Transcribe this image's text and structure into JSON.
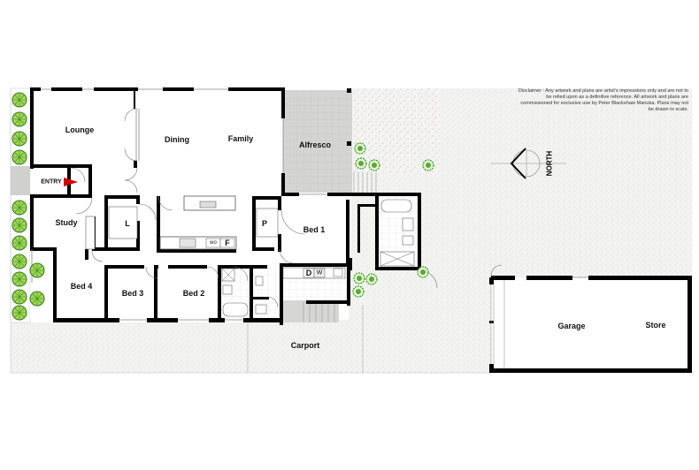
{
  "plan": {
    "type": "residential floor plan",
    "rooms": {
      "lounge": "Lounge",
      "dining": "Dining",
      "family": "Family",
      "alfresco": "Alfresco",
      "entry": "ENTRY",
      "study": "Study",
      "laundry": "L",
      "pantry": "P",
      "wo": "wo",
      "fridge": "F",
      "bed1": "Bed 1",
      "bed2": "Bed 2",
      "bed3": "Bed 3",
      "bed4": "Bed 4",
      "dryer": "D",
      "washer": "W",
      "carport": "Carport",
      "garage": "Garage",
      "store": "Store"
    },
    "north_label": "NORTH",
    "disclaimer": "Disclaimer : Any artwork and plans are artist's impressions only and are not to be relied upon as a definitive reference. All artwork and plans are commissioned for exclusive use by Peter Blackshaw Manuka. Plans may not be drawn to scale.",
    "colors": {
      "wall": "#000000",
      "paving": "#d4d4d4",
      "gravel": "#f2f2f0",
      "tree": "#7ec63a",
      "entry_arrow": "#d40000"
    }
  }
}
